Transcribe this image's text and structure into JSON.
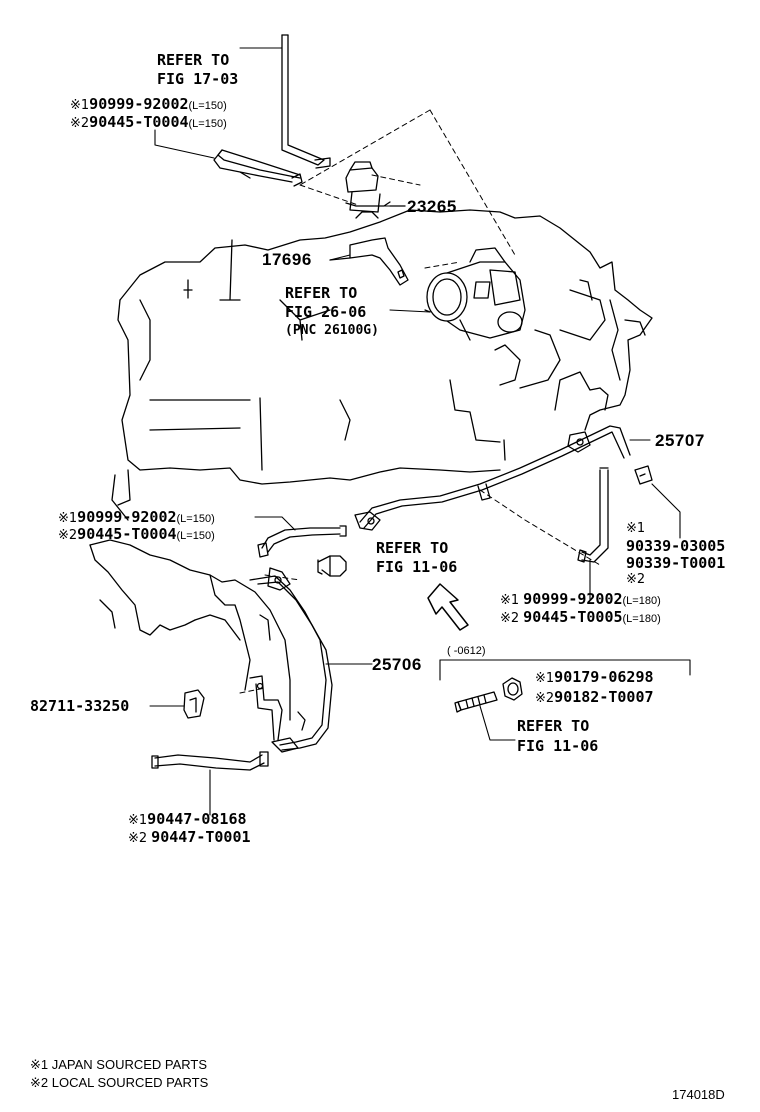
{
  "labels": {
    "refer_17_line1": "REFER TO",
    "refer_17_line2": "FIG 17-03",
    "hose_top_1_mark": "※1",
    "hose_top_1_pn": "90999-92002",
    "hose_top_1_len": "(L=150)",
    "hose_top_2_mark": "※2",
    "hose_top_2_pn": "90445-T0004",
    "hose_top_2_len": "(L=150)",
    "p23265": "23265",
    "p17696": "17696",
    "refer_26_line1": "REFER TO",
    "refer_26_line2": "FIG 26-06",
    "refer_26_line3": "(PNC 26100G)",
    "p25707": "25707",
    "hose_mid_1_mark": "※1",
    "hose_mid_1_pn": "90999-92002",
    "hose_mid_1_len": "(L=150)",
    "hose_mid_2_mark": "※2",
    "hose_mid_2_pn": "90445-T0004",
    "hose_mid_2_len": "(L=150)",
    "refer_11a_line1": "REFER TO",
    "refer_11a_line2": "FIG 11-06",
    "cap_mark1": "※1",
    "cap_pn1": "90339-03005",
    "cap_pn2": "90339-T0001",
    "cap_mark2": "※2",
    "hose_r_1_mark": "※1",
    "hose_r_1_pn": "90999-92002",
    "hose_r_1_len": "(L=180)",
    "hose_r_2_mark": "※2",
    "hose_r_2_pn": "90445-T0005",
    "hose_r_2_len": "(L=180)",
    "p25706": "25706",
    "date_range": "(    -0612)",
    "stud_1_mark": "※1",
    "stud_1_pn": "90179-06298",
    "stud_2_mark": "※2",
    "stud_2_pn": "90182-T0007",
    "refer_11b_line1": "REFER TO",
    "refer_11b_line2": "FIG 11-06",
    "p82711": "82711-33250",
    "hose_bot_1_mark": "※1",
    "hose_bot_1_pn": "90447-08168",
    "hose_bot_2_mark": "※2",
    "hose_bot_2_pn": "90447-T0001"
  },
  "footer": {
    "note1": "※1 JAPAN SOURCED PARTS",
    "note2": "※2 LOCAL SOURCED PARTS",
    "drawing_id": "174018D"
  }
}
